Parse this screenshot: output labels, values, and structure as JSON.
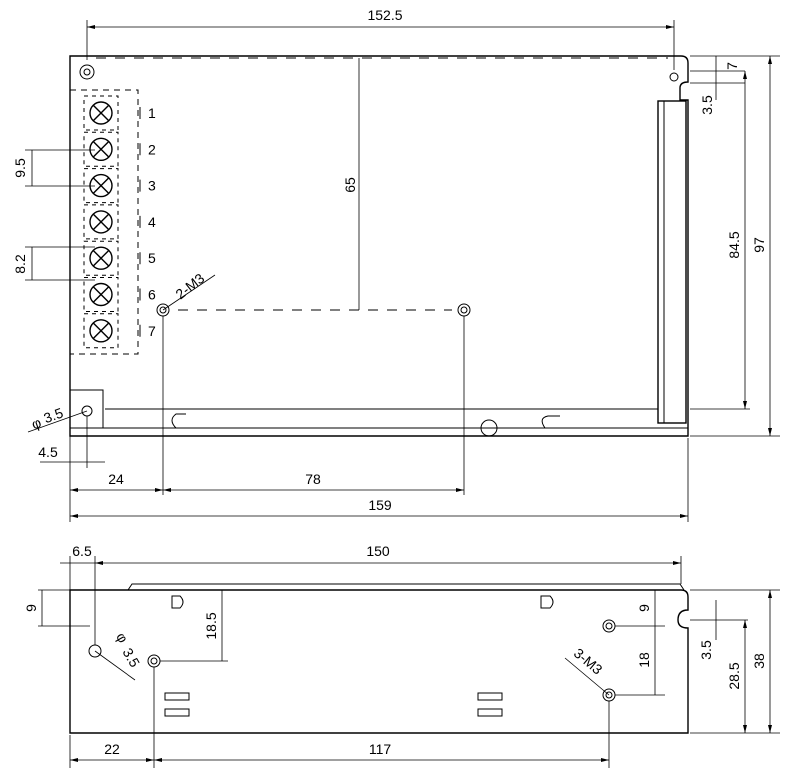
{
  "top_view": {
    "dims": {
      "overall_top": "152.5",
      "right_small": "7",
      "right_hole": "3.5",
      "height_inner": "84.5",
      "height_total": "97",
      "center_vertical": "65",
      "pitch_a": "9.5",
      "pitch_b": "8.2",
      "hole_dia": "3.5",
      "hole_dia_prefix": "φ",
      "left_offset": "4.5",
      "mount_x": "24",
      "mount_span": "78",
      "overall_bottom": "159"
    },
    "callout_screws": "2-M3",
    "terminals": [
      "1",
      "2",
      "3",
      "4",
      "5",
      "6",
      "7"
    ]
  },
  "side_view": {
    "dims": {
      "left_offset": "6.5",
      "overall_top": "150",
      "left_hole_y": "9",
      "hole_dia": "3.5",
      "hole_dia_prefix": "φ",
      "center_y": "18.5",
      "right_top": "9",
      "right_span": "18",
      "right_hole": "3.5",
      "right_inner": "28.5",
      "height_total": "38",
      "bottom_left": "22",
      "bottom_span": "117"
    },
    "callout_screws": "3-M3"
  }
}
